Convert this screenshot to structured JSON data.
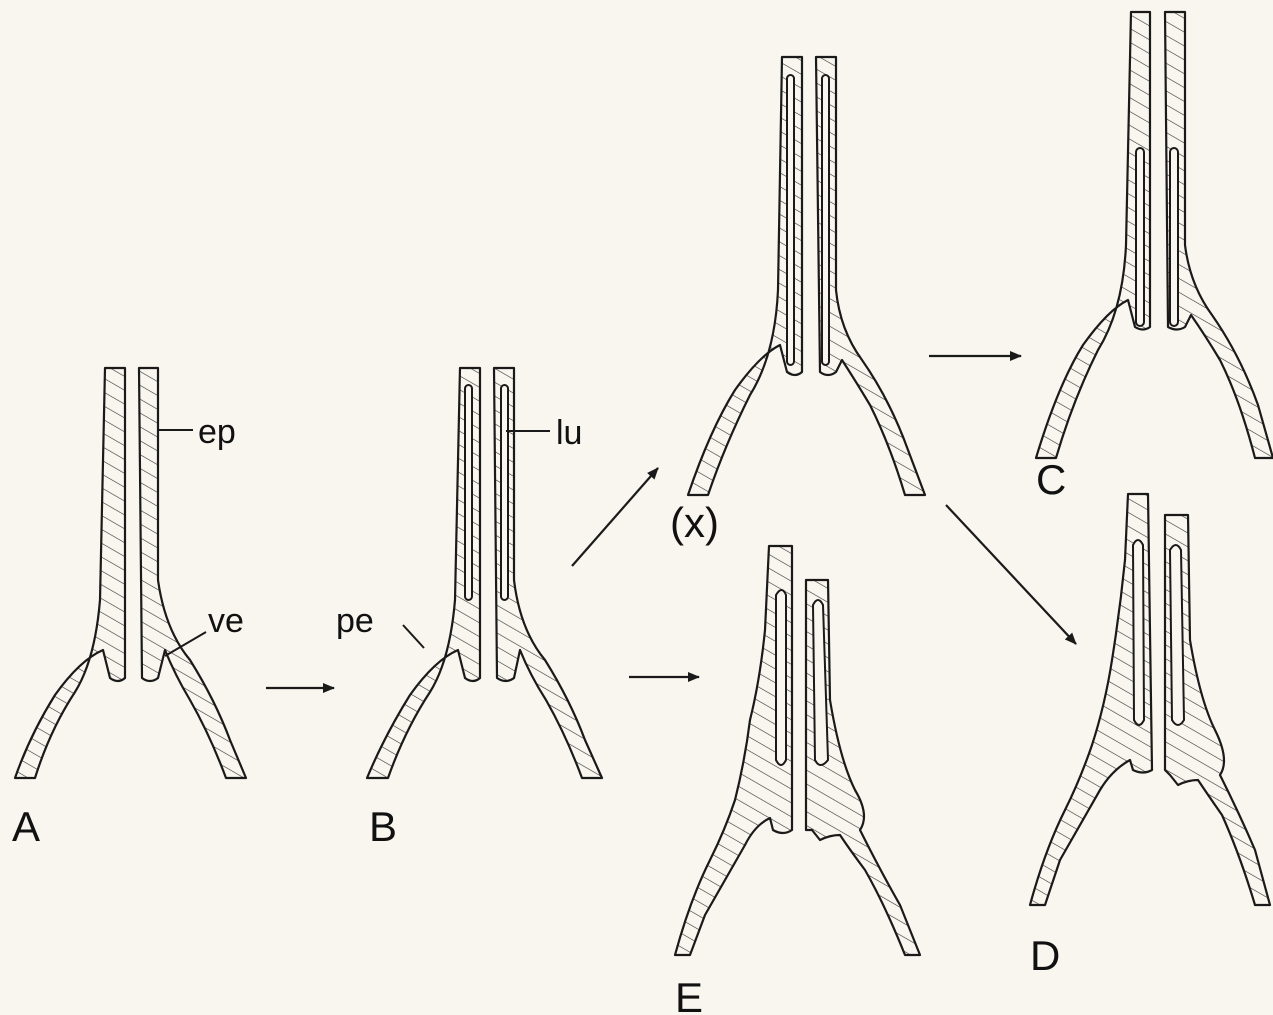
{
  "figure": {
    "stages": [
      {
        "id": "A",
        "label": "A"
      },
      {
        "id": "B",
        "label": "B"
      },
      {
        "id": "X",
        "label": "(x)"
      },
      {
        "id": "C",
        "label": "C"
      },
      {
        "id": "D",
        "label": "D"
      },
      {
        "id": "E",
        "label": "E"
      }
    ],
    "annotations": {
      "ep": "ep",
      "ve": "ve",
      "lu": "lu",
      "pe": "pe"
    },
    "transitions": [
      {
        "from": "A",
        "to": "B"
      },
      {
        "from": "B",
        "to": "X"
      },
      {
        "from": "B",
        "to": "E"
      },
      {
        "from": "X",
        "to": "C"
      },
      {
        "from": "X",
        "to": "D"
      }
    ]
  }
}
